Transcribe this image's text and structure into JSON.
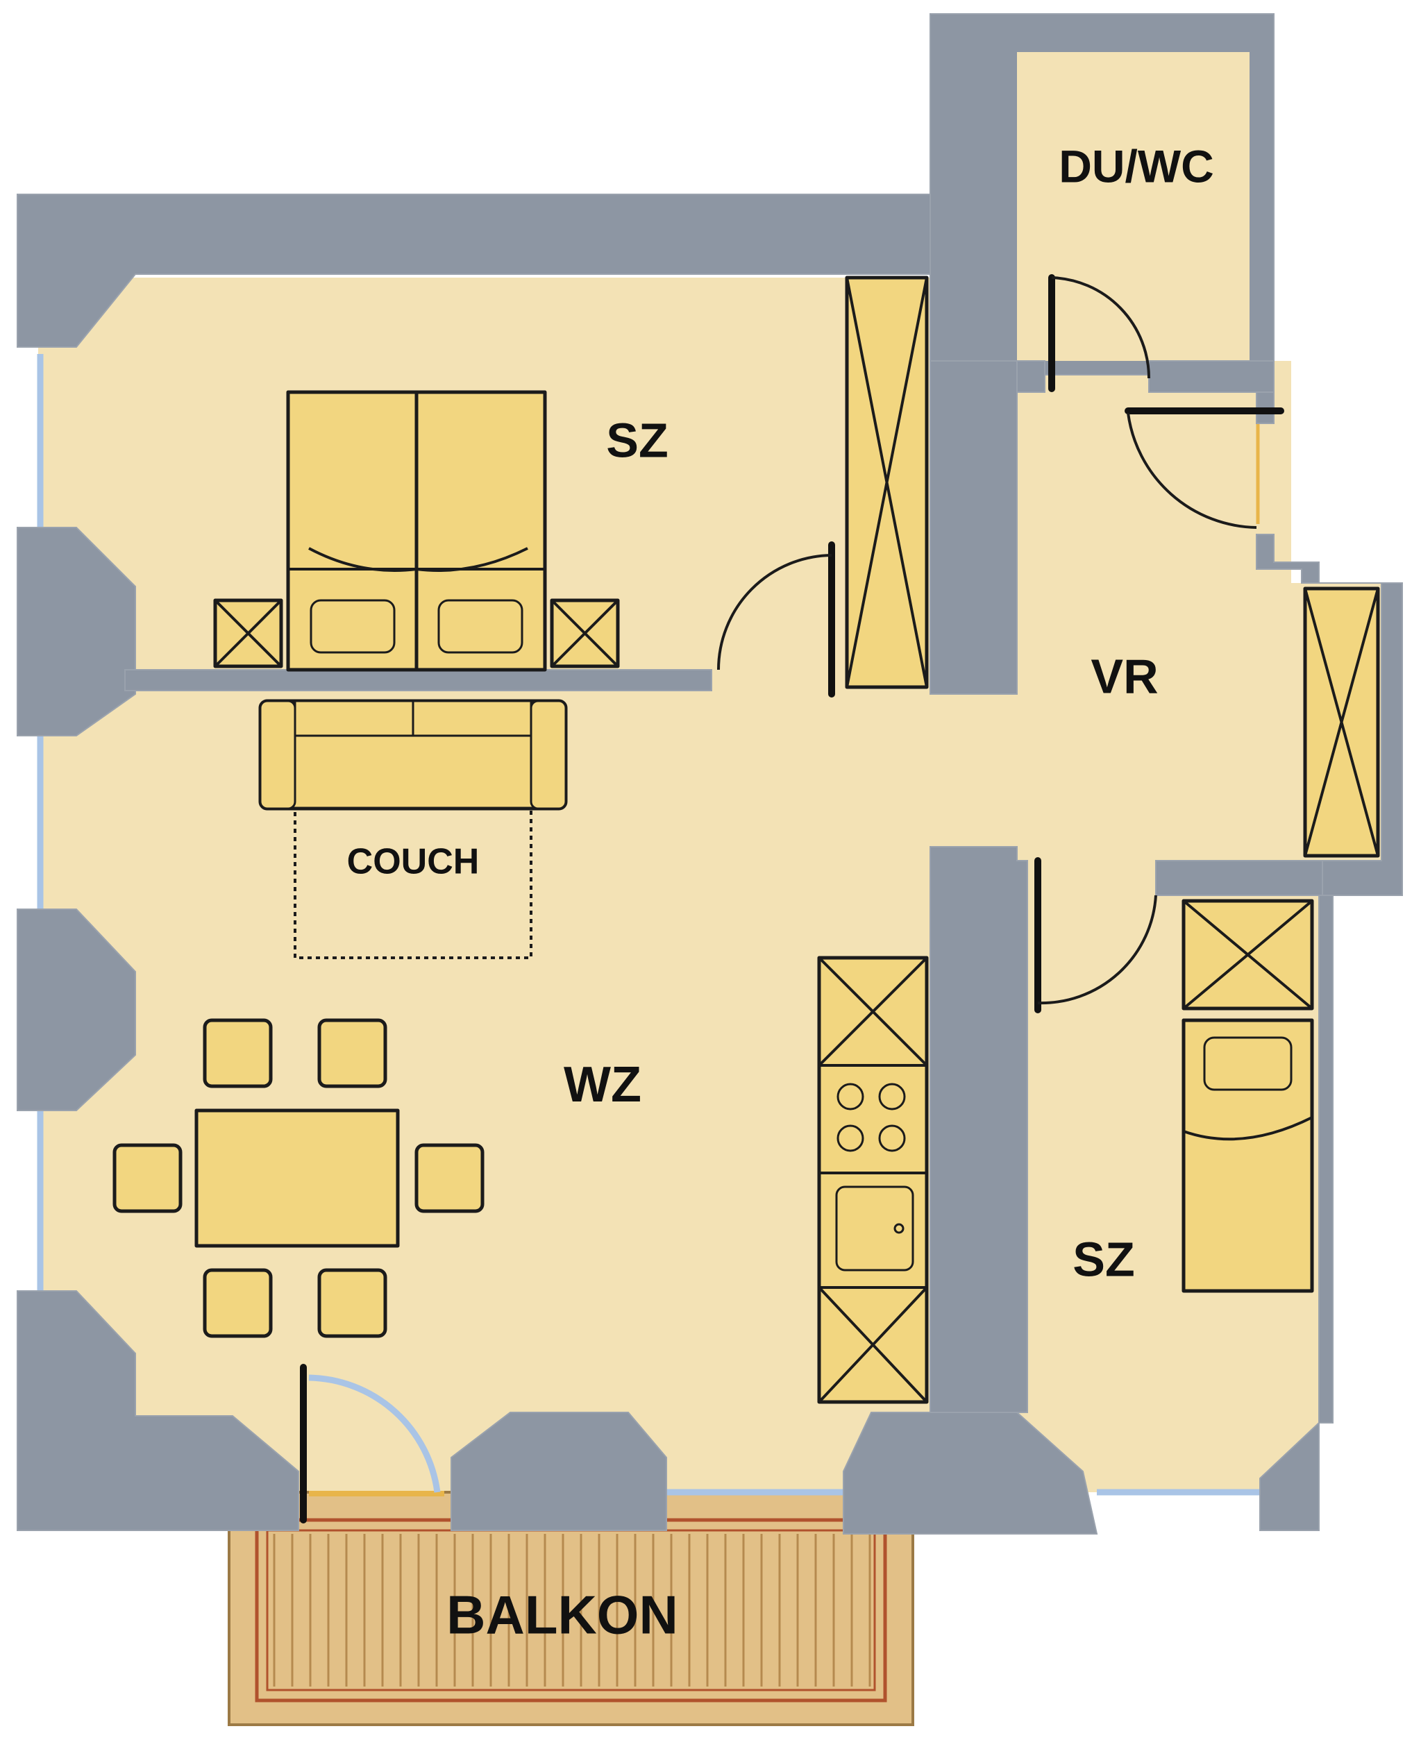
{
  "colors": {
    "floor": "#f3e2b5",
    "wall": "#8d96a3",
    "furniture": "#f2d680",
    "window": "#a9c4e6",
    "balcony": "#e2c087",
    "outline": "#1b1b1b"
  },
  "rooms": {
    "bedroom_main": "SZ",
    "bathroom": "DU/WC",
    "hallway": "VR",
    "living": "WZ",
    "bedroom_small": "SZ",
    "couch": "COUCH",
    "balcony": "BALKON"
  }
}
